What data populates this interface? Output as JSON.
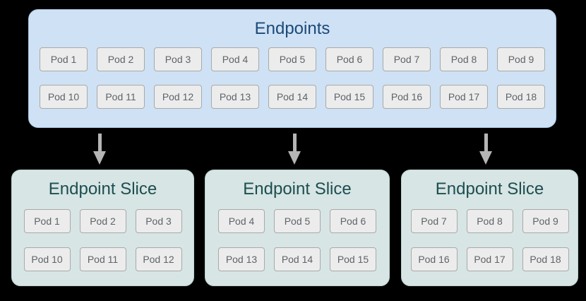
{
  "colors": {
    "canvas_background": "#000000",
    "endpoints_fill": "#cfe1f4",
    "endpoints_border": "#aac8e4",
    "endpoints_title_text": "#1b4a7a",
    "slice_fill": "#d7e5e4",
    "slice_border": "#bcd3d2",
    "slice_title_text": "#1d4e50",
    "pod_fill": "#ececec",
    "pod_border": "#a9a9a9",
    "pod_text": "#5f6368",
    "arrow": "#b5b5b5"
  },
  "endpoints": {
    "title": "Endpoints",
    "pods": [
      "Pod 1",
      "Pod 2",
      "Pod 3",
      "Pod 4",
      "Pod 5",
      "Pod 6",
      "Pod 7",
      "Pod 8",
      "Pod 9",
      "Pod 10",
      "Pod 11",
      "Pod 12",
      "Pod 13",
      "Pod 14",
      "Pod 15",
      "Pod 16",
      "Pod 17",
      "Pod 18"
    ]
  },
  "slices": [
    {
      "title": "Endpoint Slice",
      "pods": [
        "Pod 1",
        "Pod 2",
        "Pod 3",
        "Pod 10",
        "Pod 11",
        "Pod 12"
      ]
    },
    {
      "title": "Endpoint Slice",
      "pods": [
        "Pod 4",
        "Pod 5",
        "Pod 6",
        "Pod 13",
        "Pod 14",
        "Pod 15"
      ]
    },
    {
      "title": "Endpoint Slice",
      "pods": [
        "Pod 7",
        "Pod 8",
        "Pod 9",
        "Pod 16",
        "Pod 17",
        "Pod 18"
      ]
    }
  ]
}
